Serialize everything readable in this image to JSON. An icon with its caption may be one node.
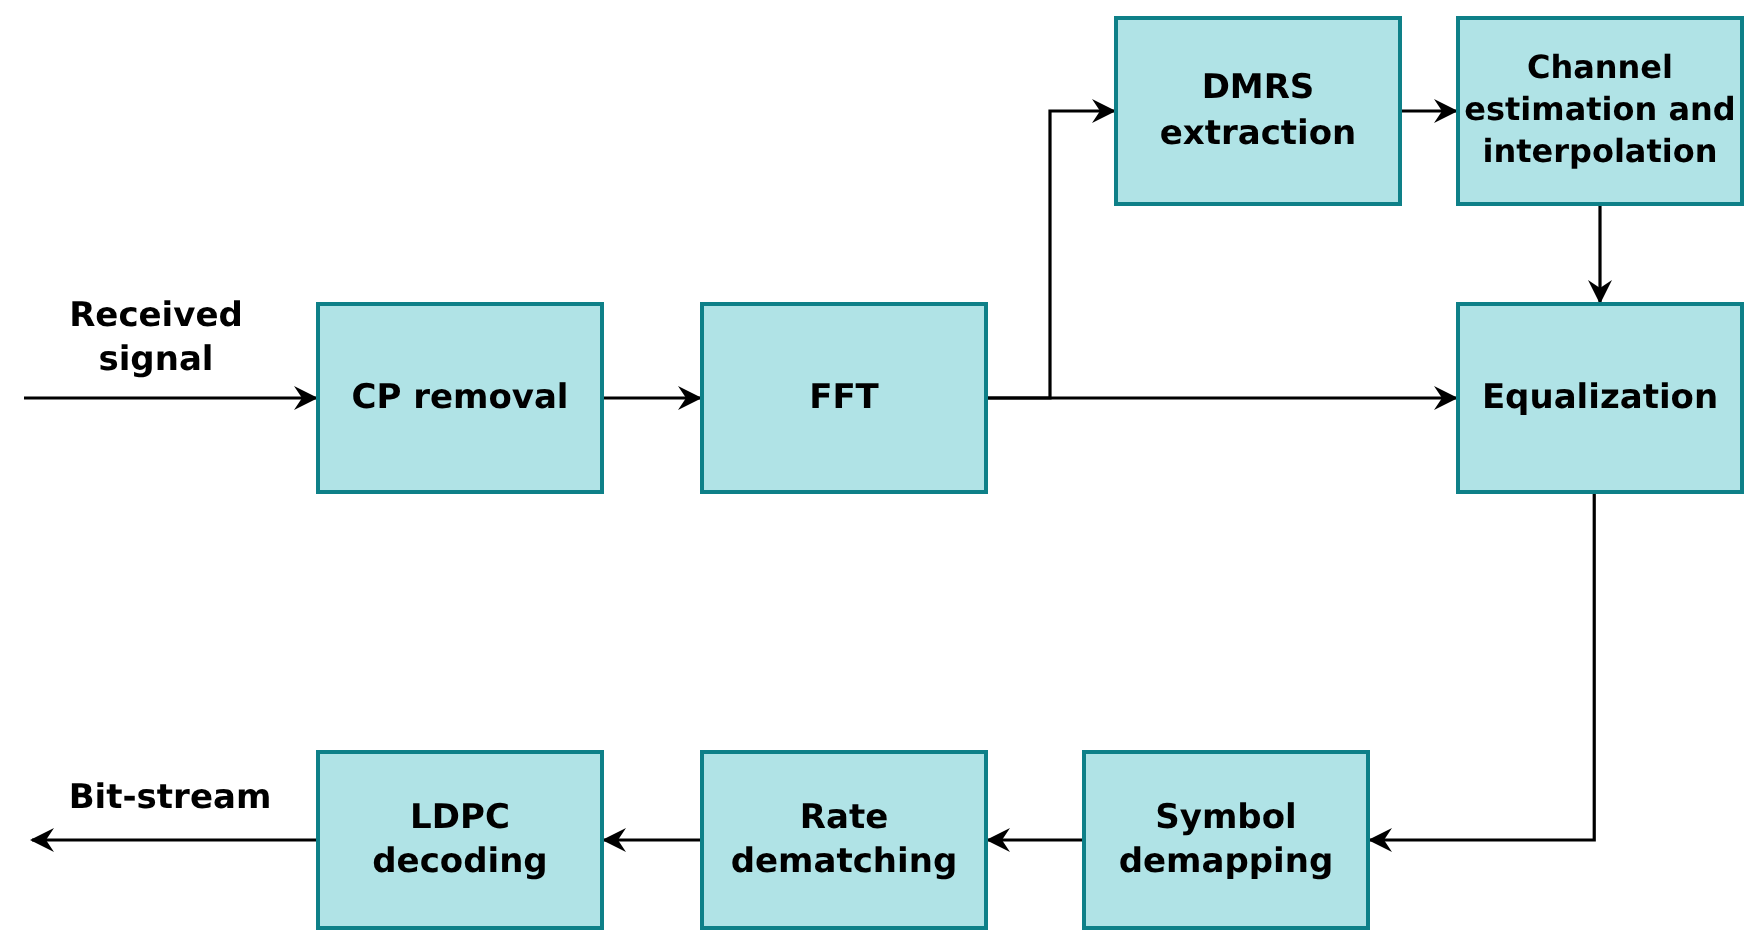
{
  "diagram": {
    "nodes": [
      {
        "text": [
          "CP removal"
        ]
      },
      {
        "text": [
          "FFT"
        ]
      },
      {
        "text": [
          "DMRS extraction"
        ]
      },
      {
        "text": [
          "Channel estimation and interpolation"
        ]
      },
      {
        "text": [
          "Equalization"
        ]
      },
      {
        "text": [
          "Symbol demapping"
        ]
      },
      {
        "text": [
          "Rate dematching"
        ]
      },
      {
        "text": [
          "LDPC decoding"
        ]
      }
    ],
    "edges": [
      {
        "from": null,
        "to": 0,
        "arrow": "to",
        "label": "Received signal"
      },
      {
        "from": 0,
        "to": 1,
        "arrow": "to"
      },
      {
        "from": 1,
        "to": 2,
        "arrow": "to"
      },
      {
        "from": 1,
        "to": 4,
        "arrow": "to"
      },
      {
        "from": 2,
        "to": 3,
        "arrow": "to"
      },
      {
        "from": 3,
        "to": 4,
        "arrow": "to"
      },
      {
        "from": 4,
        "to": 5,
        "arrow": "to"
      },
      {
        "from": 5,
        "to": 6,
        "arrow": "to"
      },
      {
        "from": 6,
        "to": 7,
        "arrow": "to"
      },
      {
        "from": 7,
        "to": null,
        "arrow": "to",
        "label": "Bit-stream"
      }
    ]
  }
}
